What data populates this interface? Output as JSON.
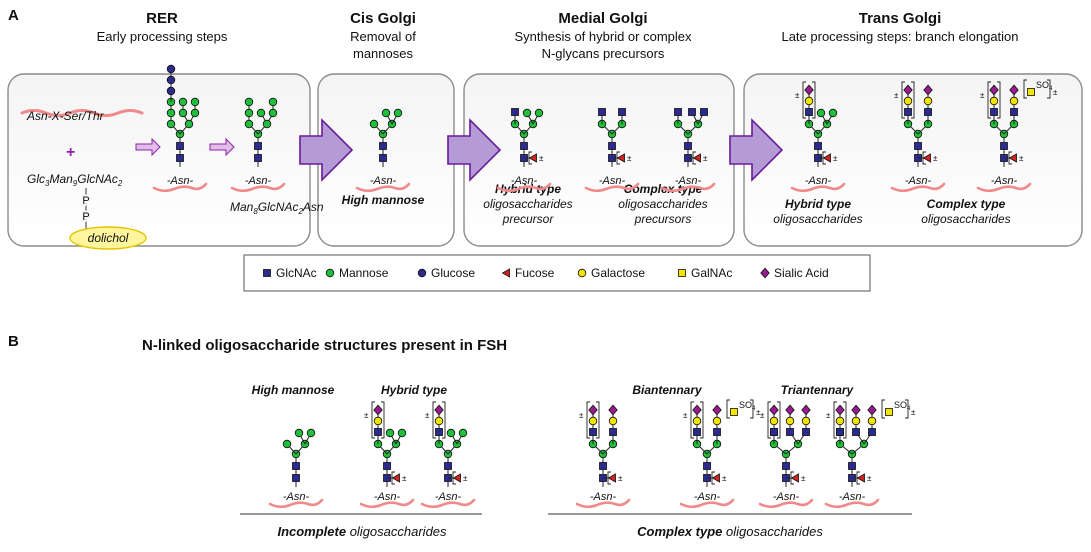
{
  "panels": {
    "a": "A",
    "b": "B"
  },
  "compartments": [
    {
      "title": "RER",
      "subtitle": [
        "Early processing steps"
      ]
    },
    {
      "title": "Cis Golgi",
      "subtitle": [
        "Removal of",
        "mannoses"
      ]
    },
    {
      "title": "Medial Golgi",
      "subtitle": [
        "Synthesis of hybrid or complex",
        "N-glycans precursors"
      ]
    },
    {
      "title": "Trans Golgi",
      "subtitle": [
        "Late processing steps: branch elongation"
      ]
    }
  ],
  "rer": {
    "sequon": "Asn-X-Ser/Thr",
    "plus": "+",
    "donor": "Glc3Man9GlcNAc2",
    "donor_main": "Glc",
    "donor_sub1": "3",
    "donor_mid": "Man",
    "donor_sub2": "9",
    "donor_end": "GlcNAc",
    "donor_sub3": "2",
    "phosphate1": "P",
    "phosphate2": "P",
    "lipid": "dolichol",
    "product_main": "Man",
    "product_sub1": "8",
    "product_mid": "GlcNAc",
    "product_sub2": "2",
    "product_end": "Asn"
  },
  "asn_label": "-Asn-",
  "plus_minus": "±",
  "sulfate": "SO4",
  "sulfate_main": "SO",
  "sulfate_sub": "4",
  "cis_label": "High mannose",
  "medial_labels": [
    {
      "bold": "Hybrid type",
      "lines": [
        "oligosaccharides",
        "precursor"
      ]
    },
    {
      "bold": "Complex type",
      "lines": [
        "oligosaccharides",
        "precursors"
      ]
    }
  ],
  "trans_labels": [
    {
      "bold": "Hybrid type",
      "lines": [
        "oligosaccharides"
      ]
    },
    {
      "bold": "Complex type",
      "lines": [
        "oligosaccharides"
      ]
    }
  ],
  "legend": [
    {
      "symbol": "square",
      "color": "#2b2b8f",
      "label": "GlcNAc"
    },
    {
      "symbol": "circle",
      "color": "#1fbf3a",
      "label": "Mannose"
    },
    {
      "symbol": "circle",
      "color": "#2b2b8f",
      "label": "Glucose"
    },
    {
      "symbol": "triangle",
      "color": "#d8221e",
      "label": "Fucose"
    },
    {
      "symbol": "circle",
      "color": "#f2e600",
      "label": "Galactose"
    },
    {
      "symbol": "square",
      "color": "#f2e600",
      "label": "GalNAc"
    },
    {
      "symbol": "diamond",
      "color": "#9b1b8f",
      "label": "Sialic Acid"
    }
  ],
  "panel_b": {
    "title": "N-linked oligosaccharide structures present in FSH",
    "categories": [
      "High mannose",
      "Hybrid type",
      "Biantennary",
      "Triantennary"
    ],
    "groups": [
      {
        "bold": "Incomplete",
        "rest": " oligosaccharides"
      },
      {
        "bold": "Complex type",
        "rest": " oligosaccharides"
      }
    ]
  },
  "colors": {
    "glcnac": "#2b2b8f",
    "mannose": "#1fbf3a",
    "glucose": "#2b2b8f",
    "fucose": "#d8221e",
    "galactose": "#f2e600",
    "galnac": "#f2e600",
    "sialic": "#9b1b8f",
    "arrow": "#b59bd6",
    "arrow_border": "#6a1b9a",
    "asn_curve": "#f08a8a",
    "dolichol": "#fff59d"
  }
}
